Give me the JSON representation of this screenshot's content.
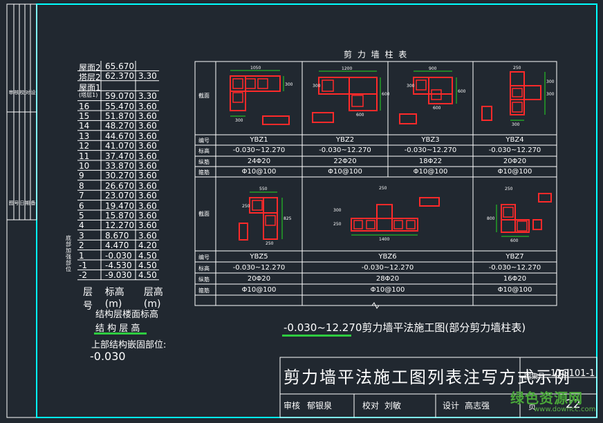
{
  "left_strip": {
    "top_labels": [
      "审",
      "核",
      "校",
      "对",
      "设",
      "计"
    ],
    "bottom_labels": [
      "图",
      "号",
      "日",
      "期",
      "备",
      "注"
    ]
  },
  "floor_table": {
    "rows": [
      {
        "floor": "屋面2",
        "elev": "65.670",
        "height": ""
      },
      {
        "floor": "塔层2",
        "elev": "62.370",
        "height": "3.30"
      },
      {
        "floor": "屋面1",
        "elev": "",
        "height": ""
      },
      {
        "floor": "(塔层1)",
        "elev": "59.070",
        "height": "3.30"
      },
      {
        "floor": "16",
        "elev": "55.470",
        "height": "3.60"
      },
      {
        "floor": "15",
        "elev": "51.870",
        "height": "3.60"
      },
      {
        "floor": "14",
        "elev": "48.270",
        "height": "3.60"
      },
      {
        "floor": "13",
        "elev": "44.670",
        "height": "3.60"
      },
      {
        "floor": "12",
        "elev": "41.070",
        "height": "3.60"
      },
      {
        "floor": "11",
        "elev": "37.470",
        "height": "3.60"
      },
      {
        "floor": "10",
        "elev": "33.870",
        "height": "3.60"
      },
      {
        "floor": "9",
        "elev": "30.270",
        "height": "3.60"
      },
      {
        "floor": "8",
        "elev": "26.670",
        "height": "3.60"
      },
      {
        "floor": "7",
        "elev": "23.070",
        "height": "3.60"
      },
      {
        "floor": "6",
        "elev": "19.470",
        "height": "3.60"
      },
      {
        "floor": "5",
        "elev": "15.870",
        "height": "3.60"
      },
      {
        "floor": "4",
        "elev": "12.270",
        "height": "3.60"
      },
      {
        "floor": "3",
        "elev": "8.670",
        "height": "3.60"
      },
      {
        "floor": "2",
        "elev": "4.470",
        "height": "4.20"
      },
      {
        "floor": "1",
        "elev": "-0.030",
        "height": "4.50"
      },
      {
        "floor": "-1",
        "elev": "-4.530",
        "height": "4.50"
      },
      {
        "floor": "-2",
        "elev": "-9.030",
        "height": "4.50"
      }
    ],
    "header": {
      "floor": "层号",
      "elev": "标高(m)",
      "height": "层高(m)"
    },
    "side_label": "底部加强部位"
  },
  "legend": {
    "line1": "结构层楼面标高",
    "line2": "结 构 层 高",
    "line3": "上部结构嵌固部位:",
    "line4": "-0.030"
  },
  "column_table": {
    "title": "剪 力 墙 柱 表",
    "row_labels": {
      "section": "截面",
      "number": "编号",
      "elevation": "标高",
      "long_bar": "纵筋",
      "stirrup": "箍筋"
    },
    "group1": [
      {
        "name": "YBZ1",
        "elev": "-0.030~12.270",
        "long_bar": "24Φ20",
        "stirrup": "Φ10@100",
        "dims": [
          "1050",
          "300",
          "300"
        ]
      },
      {
        "name": "YBZ2",
        "elev": "-0.030~12.270",
        "long_bar": "22Φ20",
        "stirrup": "Φ10@100",
        "dims": [
          "1200",
          "300",
          "600",
          "600"
        ]
      },
      {
        "name": "YBZ3",
        "elev": "-0.030~12.270",
        "long_bar": "18Φ22",
        "stirrup": "Φ10@100",
        "dims": [
          "900",
          "300",
          "600",
          "600"
        ]
      },
      {
        "name": "YBZ4",
        "elev": "-0.030~12.270",
        "long_bar": "20Φ20",
        "stirrup": "Φ10@100",
        "dims": [
          "250",
          "300",
          "300",
          "300"
        ]
      }
    ],
    "group2": [
      {
        "name": "YBZ5",
        "elev": "-0.030~12.270",
        "long_bar": "20Φ20",
        "stirrup": "Φ10@100",
        "dims": [
          "550",
          "250",
          "825",
          "250"
        ]
      },
      {
        "name": "YBZ6",
        "elev": "-0.030~12.270",
        "long_bar": "28Φ20",
        "stirrup": "Φ10@100",
        "dims": [
          "250",
          "300",
          "250",
          "1400"
        ]
      },
      {
        "name": "YBZ7",
        "elev": "-0.030~12.270",
        "long_bar": "16Φ20",
        "stirrup": "Φ10@100",
        "dims": [
          "250",
          "800",
          "600"
        ]
      }
    ]
  },
  "drawing_caption": "-0.030~12.270剪力墙平法施工图(部分剪力墙柱表)",
  "title_block": {
    "title": "剪力墙平法施工图列表注写方式示例",
    "atlas_label": "图集号",
    "atlas_no": "11G101-1",
    "review_label": "审核",
    "review_name": "郁银泉",
    "check_label": "校对",
    "check_name": "刘敏",
    "design_label": "设计",
    "design_name": "高志强",
    "page_label": "页",
    "page_no": "22"
  },
  "watermark": {
    "text": "绿色资源网",
    "url": "www.downcc.com"
  },
  "colors": {
    "background": "#212830",
    "line": "#ffffff",
    "rebar": "#ff2a2a",
    "dimension": "#22dd22",
    "green_bar": "#2ecc40"
  }
}
